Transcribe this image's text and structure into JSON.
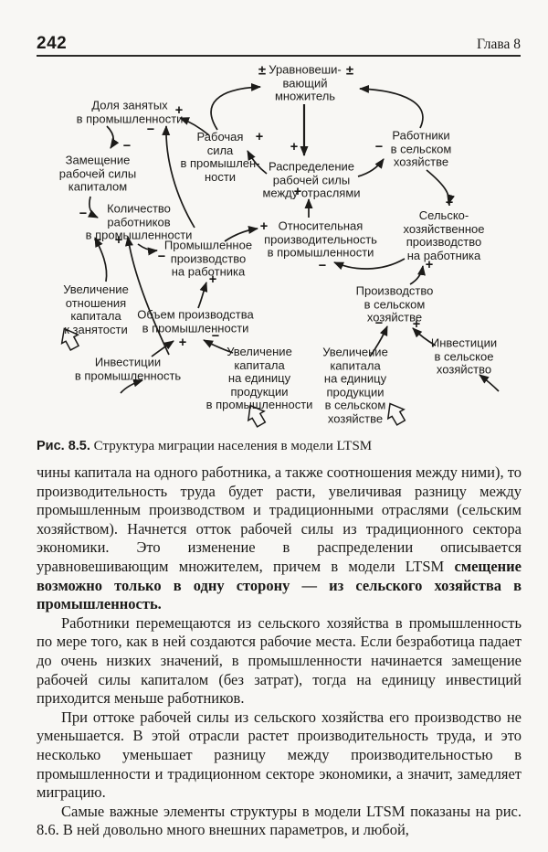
{
  "page": {
    "number": "242",
    "chapter": "Глава 8"
  },
  "figure": {
    "caption_label": "Рис. 8.5.",
    "caption_text": "Структура миграции населения в модели LTSM",
    "nodes": [
      {
        "id": "balancing-multiplier",
        "label": "Уравновеши-\nвающий\nмножитель"
      },
      {
        "id": "industrial-labor-share",
        "label": "Доля занятых\nв промышленности"
      },
      {
        "id": "industrial-labor-force",
        "label": "Рабочая\nсила\nв промышлен-\nности"
      },
      {
        "id": "labor-allocation",
        "label": "Распределение\nрабочей силы\nмежду отраслями"
      },
      {
        "id": "agricultural-workers",
        "label": "Работники\nв сельском\nхозяйстве"
      },
      {
        "id": "capital-substitution",
        "label": "Замещение\nрабочей силы\nкапиталом"
      },
      {
        "id": "industrial-workers-count",
        "label": "Количество\nработников\nв промышленности"
      },
      {
        "id": "industrial-output-per-worker",
        "label": "Промышленное\nпроизводство\nна работника"
      },
      {
        "id": "relative-industrial-productivity",
        "label": "Относительная\nпроизводительность\nв промышленности"
      },
      {
        "id": "agricultural-output-per-worker",
        "label": "Сельско-\nхозяйственное\nпроизводство\nна работника"
      },
      {
        "id": "capital-to-labor-increase",
        "label": "Увеличение\nотношения\nкапитала\nк занятости"
      },
      {
        "id": "industrial-output-volume",
        "label": "Объем производства\nв промышленности"
      },
      {
        "id": "agricultural-production",
        "label": "Производство\nв сельском\nхозяйстве"
      },
      {
        "id": "industrial-investment",
        "label": "Инвестиции\nв промышленность"
      },
      {
        "id": "industrial-capital-per-unit",
        "label": "Увеличение\nкапитала\nна единицу\nпродукции\nв промышленности"
      },
      {
        "id": "agricultural-capital-per-unit",
        "label": "Увеличение\nкапитала\nна единицу\nпродукции\nв сельском\nхозяйстве"
      },
      {
        "id": "agricultural-investment",
        "label": "Инвестиции\nв сельское\nхозяйство"
      }
    ],
    "edges": [
      {
        "from": "industrial-labor-force",
        "to": "balancing-multiplier",
        "sign": "±"
      },
      {
        "from": "agricultural-workers",
        "to": "balancing-multiplier",
        "sign": "±"
      },
      {
        "from": "balancing-multiplier",
        "to": "labor-allocation",
        "sign": "+"
      },
      {
        "from": "relative-industrial-productivity",
        "to": "labor-allocation",
        "sign": "+"
      },
      {
        "from": "labor-allocation",
        "to": "industrial-labor-force",
        "sign": "+"
      },
      {
        "from": "labor-allocation",
        "to": "agricultural-workers",
        "sign": "−"
      },
      {
        "from": "industrial-labor-force",
        "to": "industrial-labor-share",
        "sign": "+"
      },
      {
        "from": "industrial-workers-count",
        "to": "industrial-labor-share",
        "sign": "−"
      },
      {
        "from": "industrial-labor-share",
        "to": "capital-substitution",
        "sign": "−"
      },
      {
        "from": "capital-substitution",
        "to": "industrial-workers-count",
        "sign": "−"
      },
      {
        "from": "capital-to-labor-increase",
        "to": "industrial-workers-count",
        "sign": "−"
      },
      {
        "from": "industrial-investment",
        "to": "industrial-workers-count",
        "sign": "+"
      },
      {
        "from": "industrial-workers-count",
        "to": "industrial-output-per-worker",
        "sign": "−"
      },
      {
        "from": "industrial-output-volume",
        "to": "industrial-output-per-worker",
        "sign": "+"
      },
      {
        "from": "industrial-output-per-worker",
        "to": "relative-industrial-productivity",
        "sign": "+"
      },
      {
        "from": "agricultural-output-per-worker",
        "to": "relative-industrial-productivity",
        "sign": "−"
      },
      {
        "from": "agricultural-workers",
        "to": "agricultural-output-per-worker",
        "sign": "+"
      },
      {
        "from": "agricultural-production",
        "to": "agricultural-output-per-worker",
        "sign": "+"
      },
      {
        "from": "agricultural-capital-per-unit",
        "to": "agricultural-production",
        "sign": "−"
      },
      {
        "from": "agricultural-investment",
        "to": "agricultural-production",
        "sign": "+"
      },
      {
        "from": "industrial-investment",
        "to": "industrial-output-volume",
        "sign": "+"
      },
      {
        "from": "industrial-capital-per-unit",
        "to": "industrial-output-volume",
        "sign": "−"
      }
    ]
  },
  "body": {
    "paragraphs": [
      {
        "segments": [
          {
            "text": "чины капитала на одного работника, а также соотношения между ними), то производительность труда будет расти, увеличивая разницу между промышленным производством и традиционными отраслями (сельским хозяйством). Начнется отток рабочей силы из традиционного сектора экономики. Это изменение в распределении описывается уравновешивающим множителем, причем в модели LTSM ",
            "bold": false
          },
          {
            "text": "смещение возможно только в одну сторону — из сельского хозяйства в промышленность.",
            "bold": true
          }
        ]
      },
      {
        "text": "Работники перемещаются из сельского хозяйства в промышленность по мере того, как в ней создаются рабочие места. Если безработица падает до очень низких значений, в промышленности начинается замещение рабочей силы капиталом (без затрат), тогда на единицу инвестиций приходится меньше работников."
      },
      {
        "text": "При оттоке рабочей силы из сельского хозяйства его производство не уменьшается. В этой отрасли растет производительность труда, и это несколько уменьшает разницу между производительностью в промышленности и традиционном секторе экономики, а значит, замедляет миграцию."
      },
      {
        "text": "Самые важные элементы структуры в модели LTSM показаны на рис. 8.6. В ней довольно много внешних параметров, и любой,"
      }
    ]
  }
}
